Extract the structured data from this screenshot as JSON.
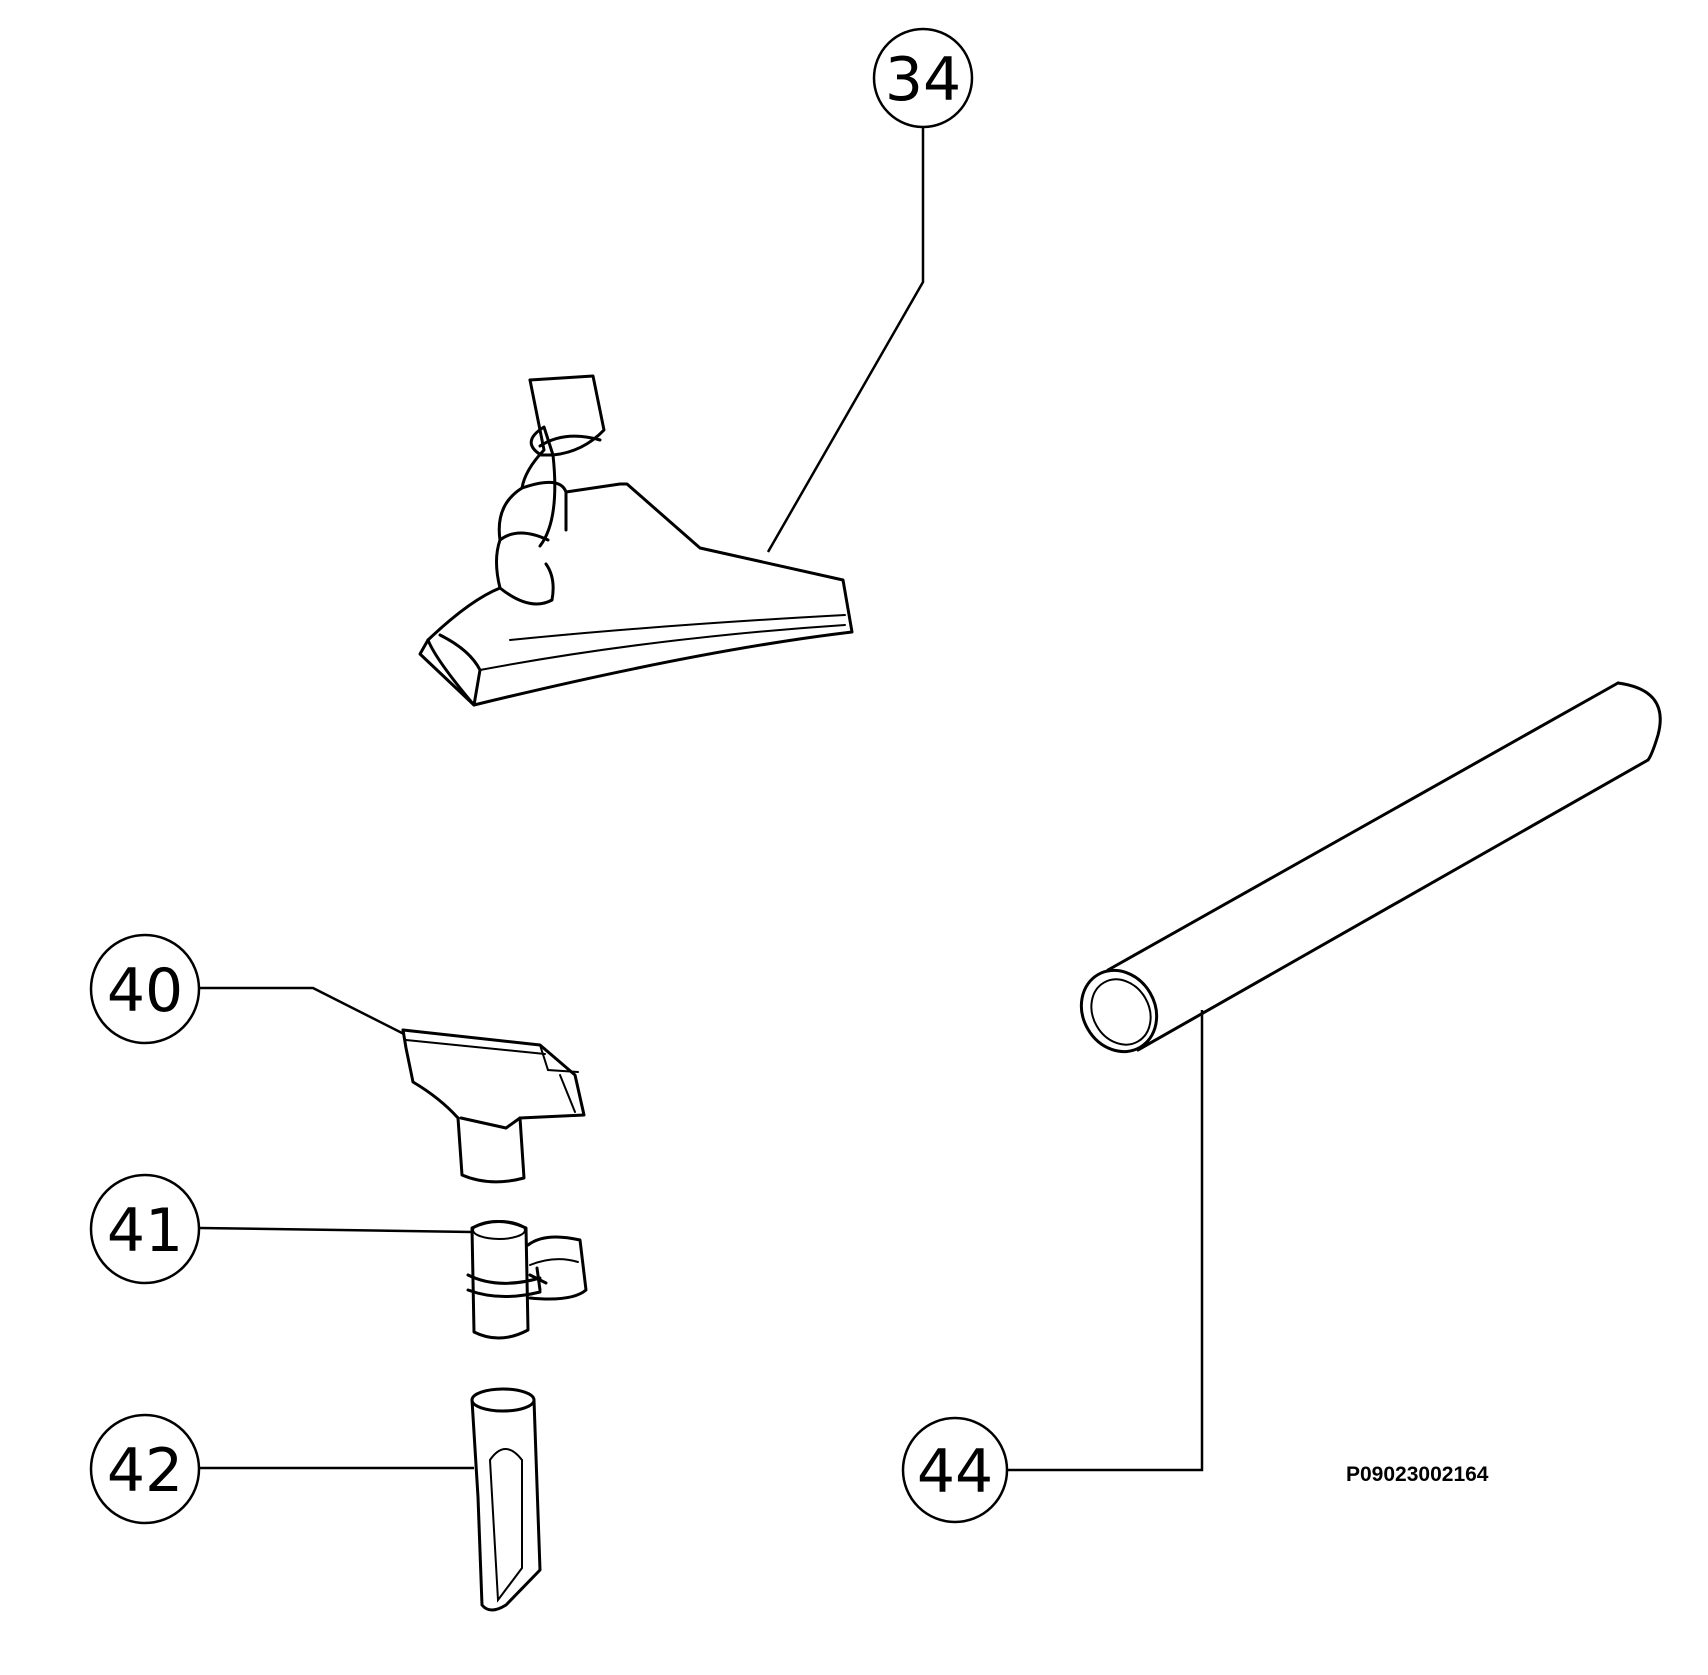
{
  "callouts": {
    "c34": "34",
    "c40": "40",
    "c41": "41",
    "c42": "42",
    "c44": "44"
  },
  "drawing_code": "P09023002164"
}
